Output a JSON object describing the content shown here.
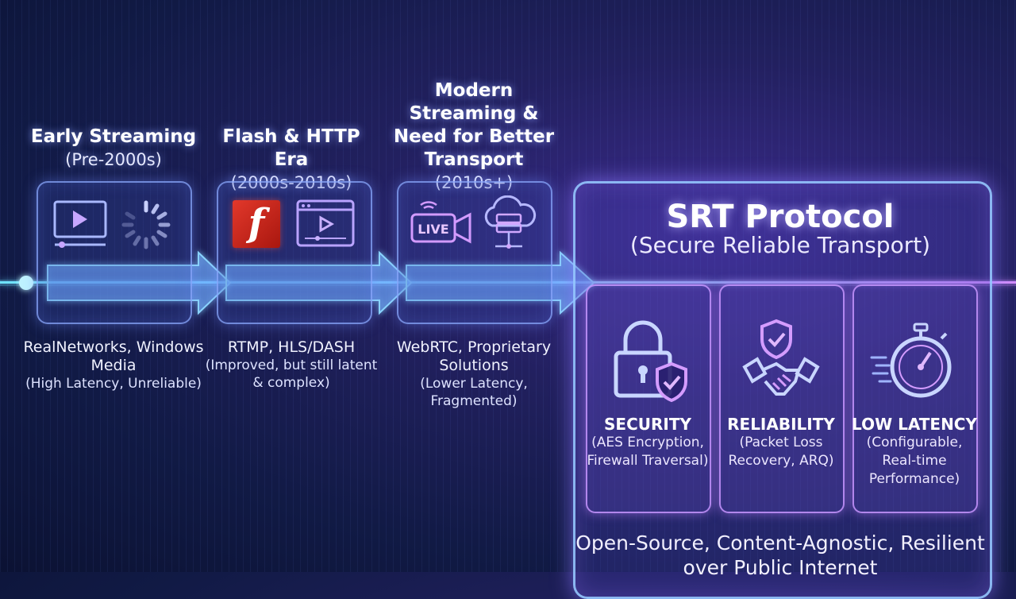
{
  "eras": [
    {
      "title": "Early Streaming",
      "period": "(Pre-2000s)",
      "desc": "RealNetworks, Windows Media",
      "note": "(High Latency, Unreliable)"
    },
    {
      "title": "Flash & HTTP Era",
      "period": "(2000s-2010s)",
      "desc": "RTMP, HLS/DASH",
      "note": "(Improved, but still latent & complex)"
    },
    {
      "title": "Modern Streaming & Need for Better Transport",
      "period": "(2010s+)",
      "desc": "WebRTC, Proprietary Solutions",
      "note": "(Lower Latency, Fragmented)"
    }
  ],
  "icons": {
    "era1": [
      "video-player-icon",
      "loading-spinner-icon"
    ],
    "era2": [
      "flash-logo-icon",
      "browser-video-icon"
    ],
    "era3": [
      "live-camera-icon",
      "cloud-server-icon"
    ]
  },
  "live_badge": "LIVE",
  "flash_letter": "f",
  "srt": {
    "title": "SRT Protocol",
    "subtitle": "(Secure Reliable Transport)",
    "features": [
      {
        "title": "SECURITY",
        "desc": "(AES Encryption, Firewall Traversal)",
        "icon": "padlock-shield-icon"
      },
      {
        "title": "RELIABILITY",
        "desc": "(Packet Loss Recovery, ARQ)",
        "icon": "handshake-shield-icon"
      },
      {
        "title": "LOW LATENCY",
        "desc": "(Configurable, Real-time Performance)",
        "icon": "stopwatch-icon"
      }
    ],
    "footer": "Open-Source, Content-Agnostic, Resilient over Public Internet"
  },
  "colors": {
    "accent_blue": "#7ee0ff",
    "accent_purple": "#c68bff",
    "flash_red": "#d42a1f"
  }
}
